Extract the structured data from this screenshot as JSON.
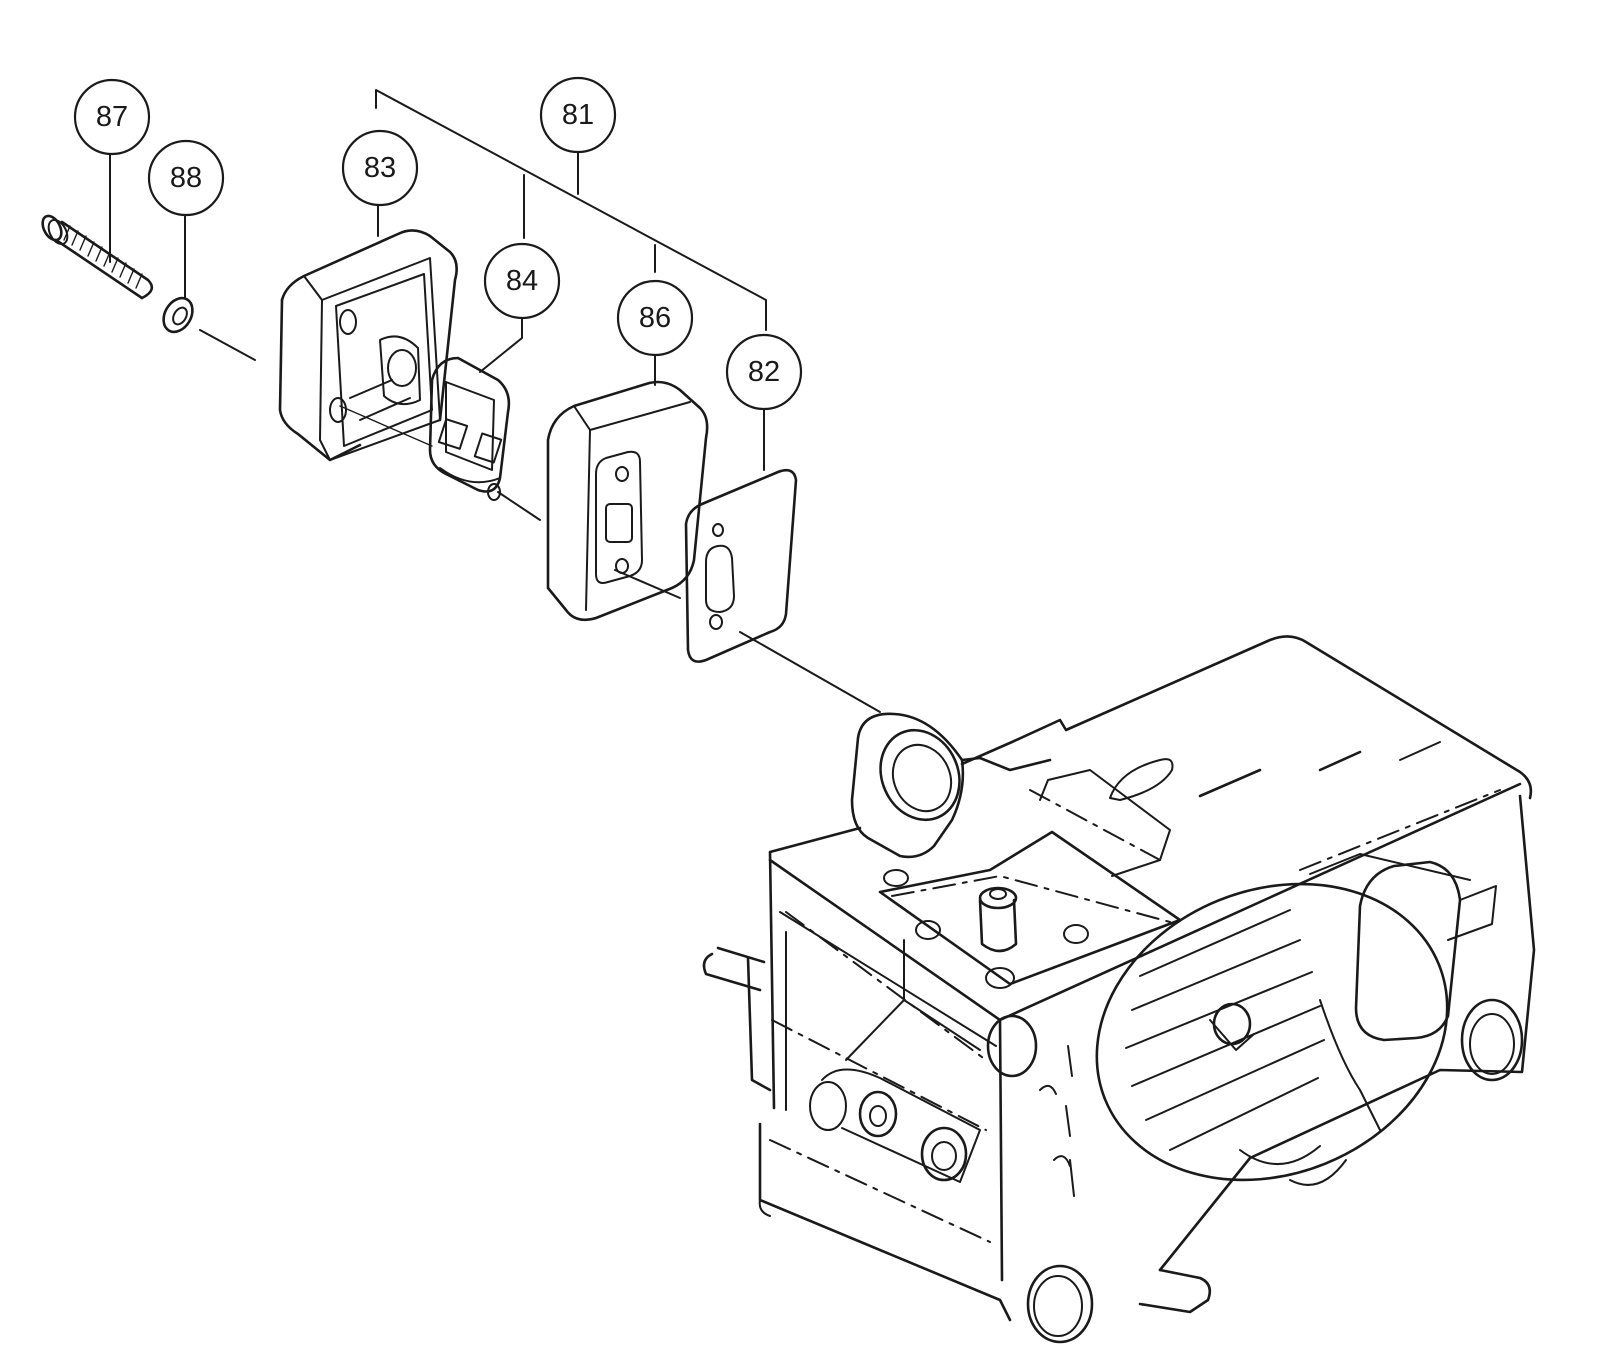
{
  "callouts": [
    {
      "id": "87",
      "label": "87"
    },
    {
      "id": "88",
      "label": "88"
    },
    {
      "id": "83",
      "label": "83"
    },
    {
      "id": "81",
      "label": "81"
    },
    {
      "id": "84",
      "label": "84"
    },
    {
      "id": "86",
      "label": "86"
    },
    {
      "id": "82",
      "label": "82"
    }
  ]
}
